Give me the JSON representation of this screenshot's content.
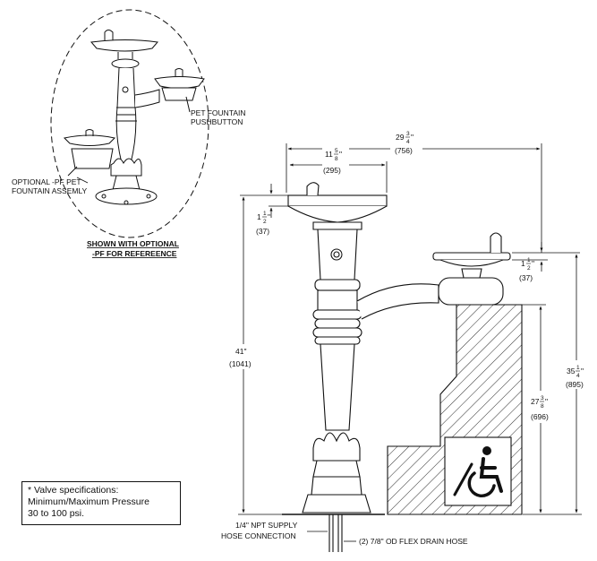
{
  "inset": {
    "shown_with_1": "SHOWN WITH OPTIONAL",
    "shown_with_2": "-PF FOR REFEREENCE",
    "pet_pushbutton_1": "PET FOUNTAIN",
    "pet_pushbutton_2": "PUSHBUTTON",
    "optional_pf_1": "OPTIONAL -PF PET",
    "optional_pf_2": "FOUNTAIN ASSEMLY"
  },
  "dimensions": {
    "width_total_whole": "29",
    "width_total_num": "3",
    "width_total_den": "4",
    "width_total_unit": "\"",
    "width_total_mm": "(756)",
    "bowl_width_whole": "11",
    "bowl_width_num": "5",
    "bowl_width_den": "8",
    "bowl_width_unit": "\"",
    "bowl_width_mm": "(295)",
    "bowl_depth_left_whole": "1",
    "bowl_depth_left_num": "1",
    "bowl_depth_left_den": "2",
    "bowl_depth_left_unit": "\"",
    "bowl_depth_left_mm": "(37)",
    "bowl_depth_right_whole": "1",
    "bowl_depth_right_num": "1",
    "bowl_depth_right_den": "2",
    "bowl_depth_right_unit": "\"",
    "bowl_depth_right_mm": "(37)",
    "height_41": "41\"",
    "height_41_mm": "(1041)",
    "height_35_whole": "35",
    "height_35_num": "1",
    "height_35_den": "4",
    "height_35_unit": "\"",
    "height_35_mm": "(895)",
    "height_27_whole": "27",
    "height_27_num": "3",
    "height_27_den": "8",
    "height_27_unit": "\"",
    "height_27_mm": "(696)"
  },
  "callouts": {
    "supply_1": "1/4\" NPT SUPPLY",
    "supply_2": "HOSE CONNECTION",
    "drain": "(2) 7/8\" OD FLEX DRAIN HOSE"
  },
  "note": {
    "line1": "* Valve specifications:",
    "line2": "Minimum/Maximum Pressure",
    "line3": "30 to 100 psi."
  },
  "icons": {
    "accessibility": "wheelchair-icon"
  }
}
